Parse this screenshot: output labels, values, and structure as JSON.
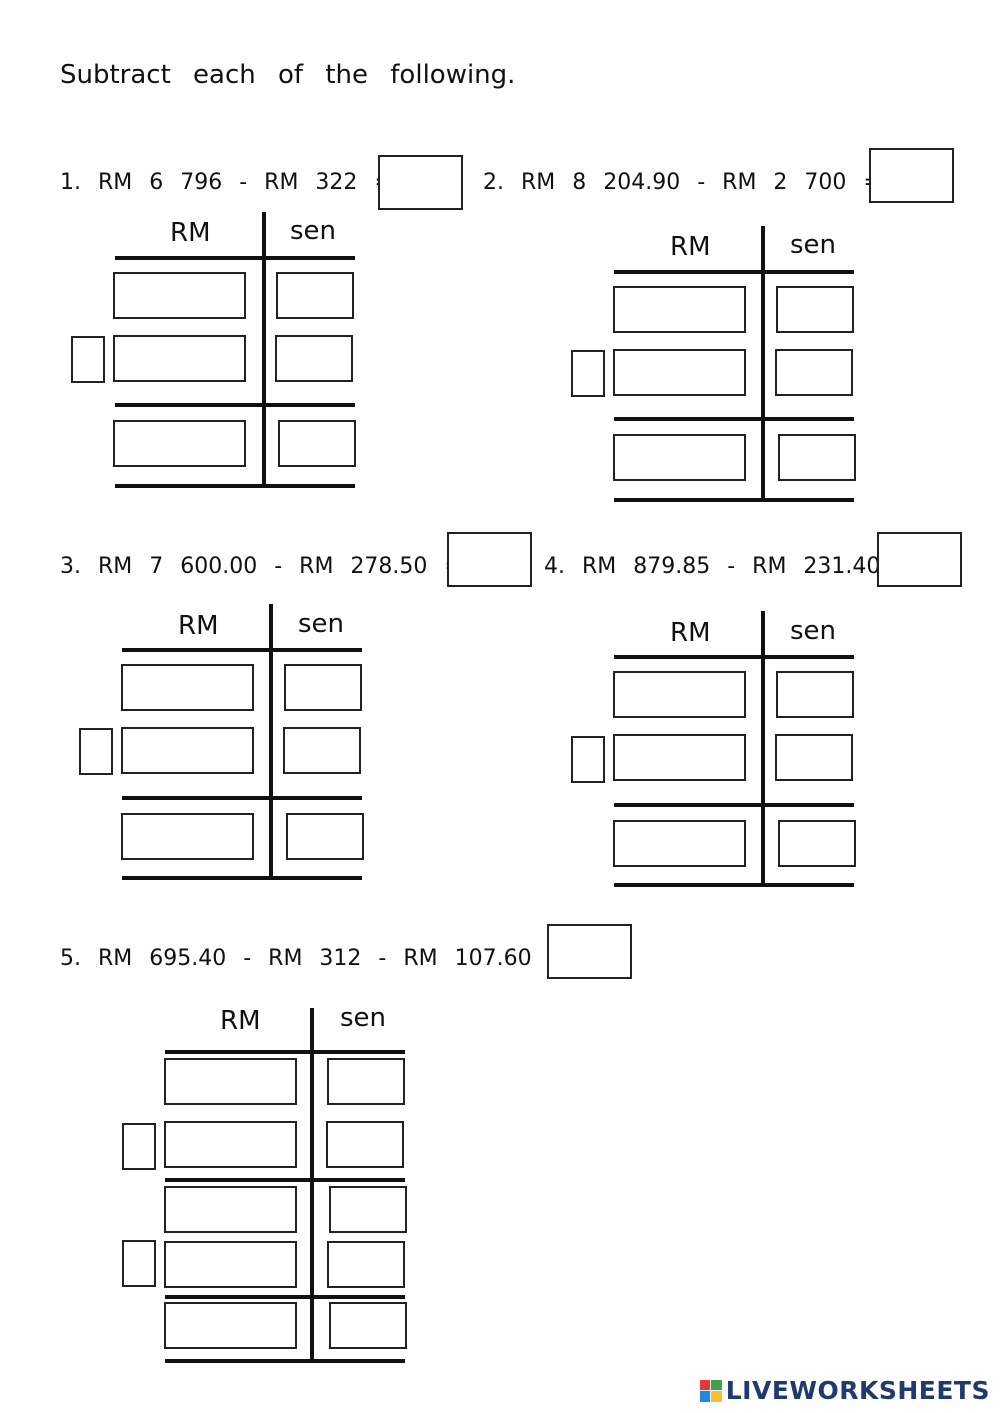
{
  "instruction": "Subtract each of the following.",
  "headers": {
    "rm": "RM",
    "sen": "sen"
  },
  "questions": [
    {
      "number": "1.",
      "expression": "RM 6 796 - RM 322 ="
    },
    {
      "number": "2.",
      "expression": "RM 8 204.90 - RM 2 700 ="
    },
    {
      "number": "3.",
      "expression": "RM 7 600.00 - RM 278.50 ="
    },
    {
      "number": "4.",
      "expression": "RM 879.85 - RM 231.40="
    },
    {
      "number": "5.",
      "expression": "RM 695.40 - RM 312 - RM 107.60 ="
    }
  ],
  "branding": {
    "text": "LIVEWORKSHEETS",
    "colors": [
      "#e53935",
      "#43a047",
      "#1e88e5",
      "#fbc02d"
    ]
  }
}
